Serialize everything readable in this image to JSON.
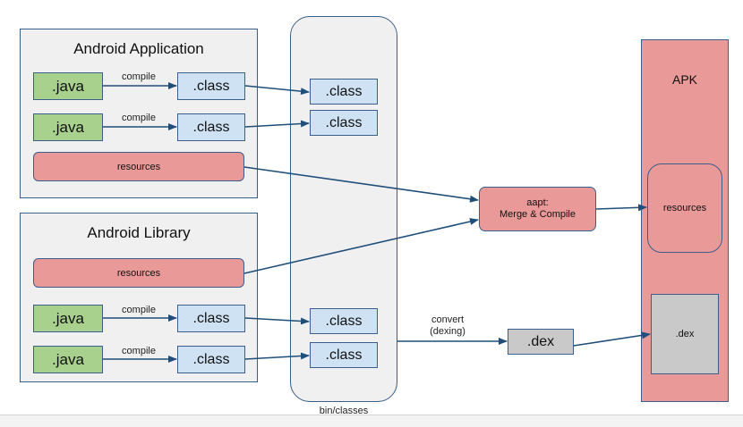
{
  "colors": {
    "java_fill": "#a9d18e",
    "class_fill": "#cfe2f3",
    "resources_fill": "#ea9999",
    "apk_fill": "#ea9999",
    "dex_fill": "#c9c9c9",
    "container_fill": "#f0f0f0",
    "stroke": "#1f4e79"
  },
  "app": {
    "title": "Android Application",
    "java1": ".java",
    "java2": ".java",
    "class1": ".class",
    "class2": ".class",
    "resources": "resources",
    "compile1": "compile",
    "compile2": "compile"
  },
  "lib": {
    "title": "Android Library",
    "resources": "resources",
    "java1": ".java",
    "java2": ".java",
    "class1": ".class",
    "class2": ".class",
    "compile1": "compile",
    "compile2": "compile"
  },
  "bin": {
    "label": "bin/classes",
    "class1": ".class",
    "class2": ".class",
    "class3": ".class",
    "class4": ".class"
  },
  "aapt": {
    "line1": "aapt:",
    "line2": "Merge & Compile"
  },
  "dexing": {
    "label_line1": "convert",
    "label_line2": "(dexing)",
    "dex": ".dex"
  },
  "apk": {
    "title": "APK",
    "resources": "resources",
    "dex": ".dex"
  }
}
